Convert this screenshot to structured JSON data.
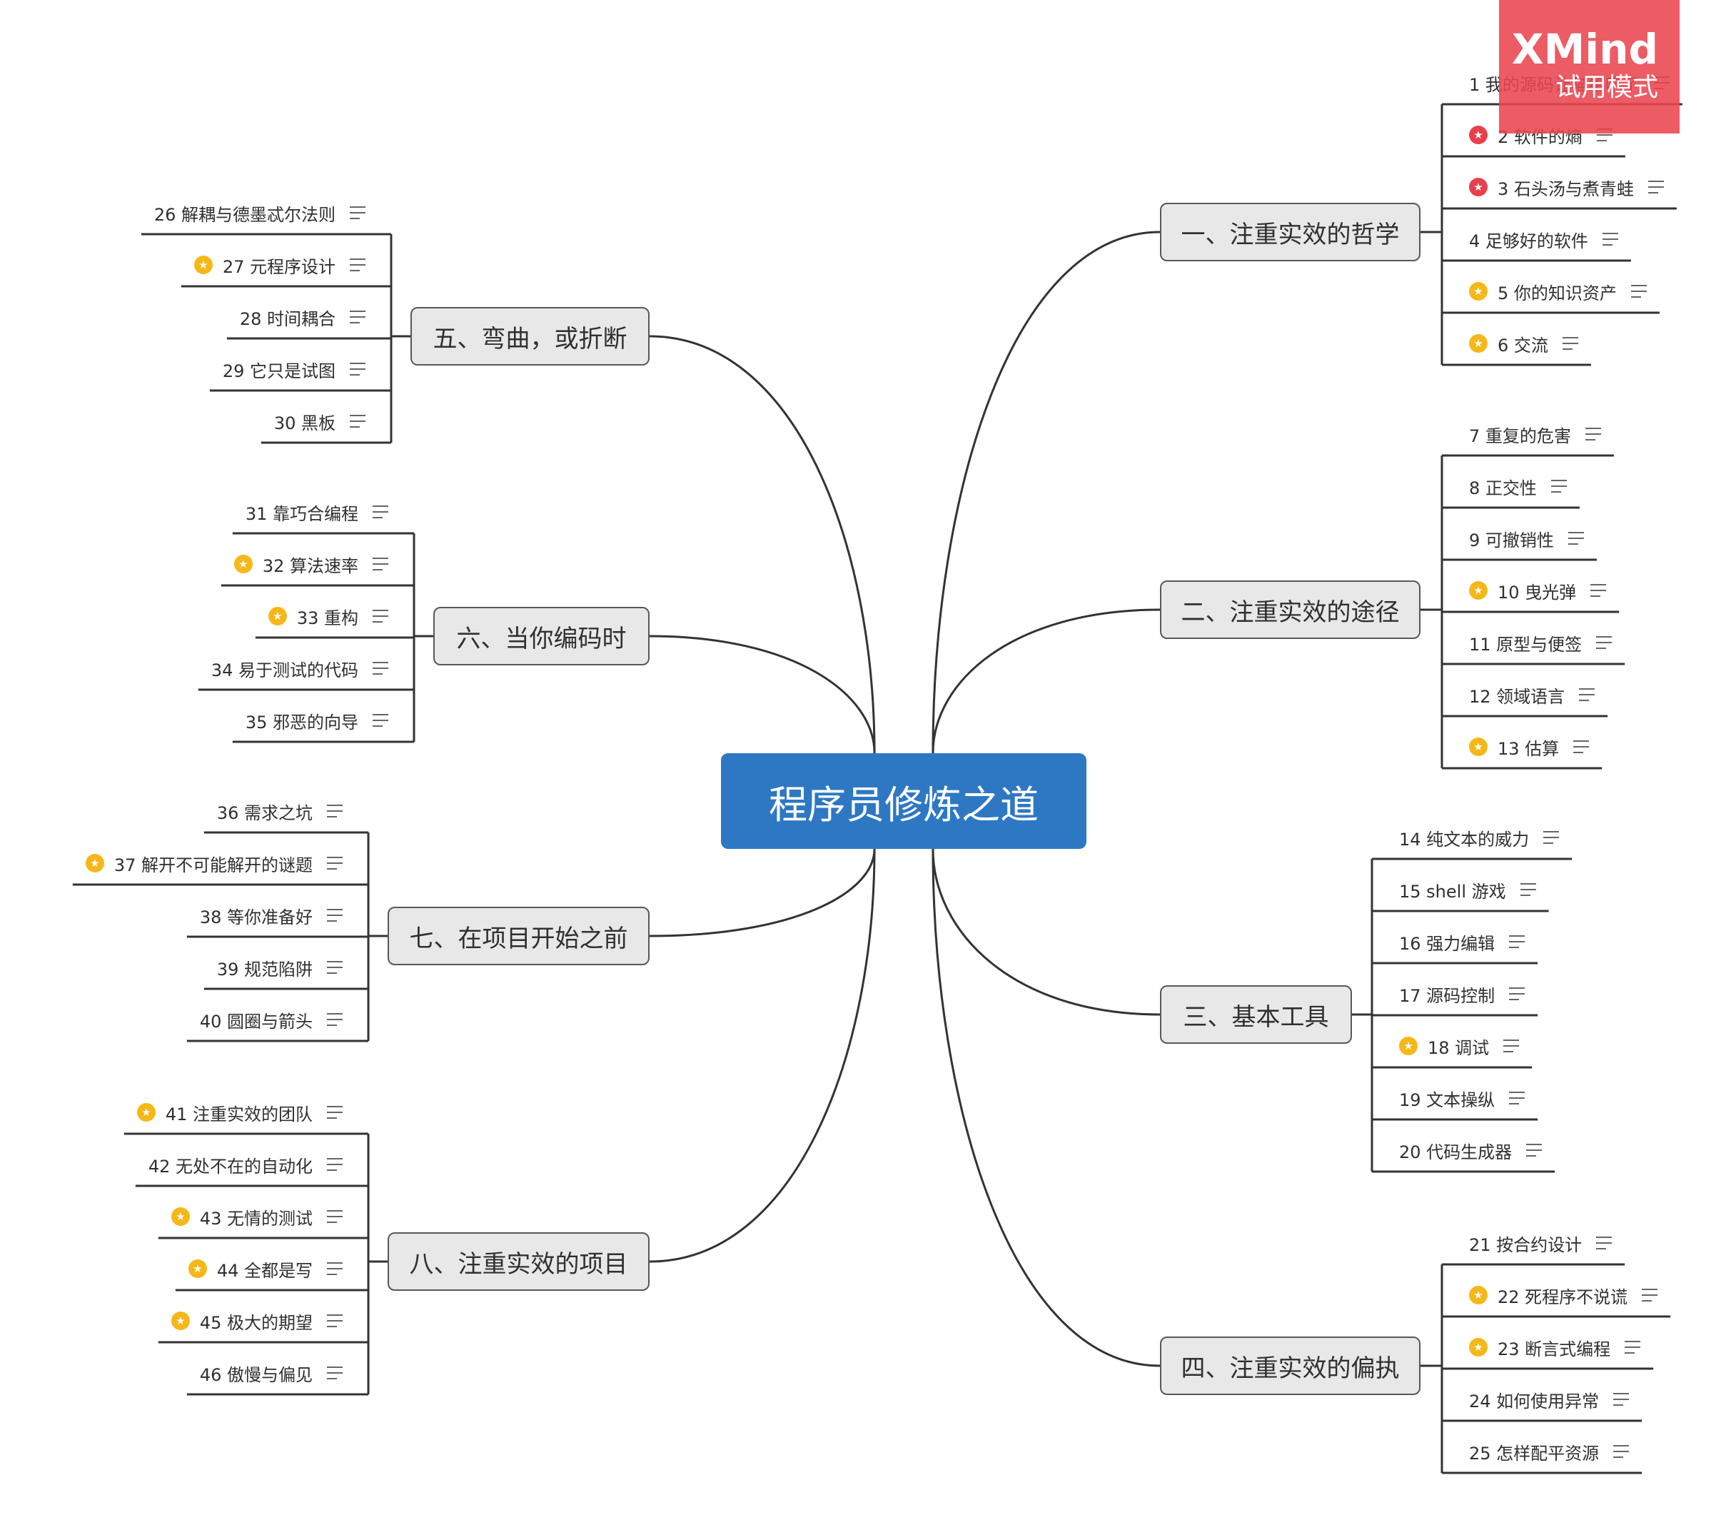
{
  "central_topic": "程序员修炼之道",
  "watermark": {
    "logo": "XMind",
    "mode": "试用模式"
  },
  "colors": {
    "central": "#2e78c3",
    "branch_fill": "#e8e8e8",
    "star_gold": "#f6b718",
    "star_red": "#e8404b",
    "watermark": "#ea4450"
  },
  "icons": {
    "star": "star-marker-icon",
    "note": "note-icon"
  },
  "branches": [
    {
      "id": "b1",
      "label": "一、注重实效的哲学",
      "side": "right",
      "items": [
        {
          "label": "1 我的源码让猫给吃了",
          "star": null
        },
        {
          "label": "2 软件的熵",
          "star": "red"
        },
        {
          "label": "3 石头汤与煮青蛙",
          "star": "red"
        },
        {
          "label": "4 足够好的软件",
          "star": null
        },
        {
          "label": "5 你的知识资产",
          "star": "gold"
        },
        {
          "label": "6 交流",
          "star": "gold"
        }
      ]
    },
    {
      "id": "b2",
      "label": "二、注重实效的途径",
      "side": "right",
      "items": [
        {
          "label": "7 重复的危害",
          "star": null
        },
        {
          "label": "8 正交性",
          "star": null
        },
        {
          "label": "9 可撤销性",
          "star": null
        },
        {
          "label": "10 曳光弹",
          "star": "gold"
        },
        {
          "label": "11 原型与便签",
          "star": null
        },
        {
          "label": "12 领域语言",
          "star": null
        },
        {
          "label": "13 估算",
          "star": "gold"
        }
      ]
    },
    {
      "id": "b3",
      "label": "三、基本工具",
      "side": "right",
      "items": [
        {
          "label": "14 纯文本的威力",
          "star": null
        },
        {
          "label": "15 shell 游戏",
          "star": null
        },
        {
          "label": "16 强力编辑",
          "star": null
        },
        {
          "label": "17 源码控制",
          "star": null
        },
        {
          "label": "18 调试",
          "star": "gold"
        },
        {
          "label": "19 文本操纵",
          "star": null
        },
        {
          "label": "20 代码生成器",
          "star": null
        }
      ]
    },
    {
      "id": "b4",
      "label": "四、注重实效的偏执",
      "side": "right",
      "items": [
        {
          "label": "21 按合约设计",
          "star": null
        },
        {
          "label": "22 死程序不说谎",
          "star": "gold"
        },
        {
          "label": "23 断言式编程",
          "star": "gold"
        },
        {
          "label": "24 如何使用异常",
          "star": null
        },
        {
          "label": "25 怎样配平资源",
          "star": null
        }
      ]
    },
    {
      "id": "b5",
      "label": "五、弯曲，或折断",
      "side": "left",
      "items": [
        {
          "label": "26 解耦与德墨忒尔法则",
          "star": null
        },
        {
          "label": "27 元程序设计",
          "star": "gold"
        },
        {
          "label": "28 时间耦合",
          "star": null
        },
        {
          "label": "29 它只是试图",
          "star": null
        },
        {
          "label": "30 黑板",
          "star": null
        }
      ]
    },
    {
      "id": "b6",
      "label": "六、当你编码时",
      "side": "left",
      "items": [
        {
          "label": "31 靠巧合编程",
          "star": null
        },
        {
          "label": "32 算法速率",
          "star": "gold"
        },
        {
          "label": "33 重构",
          "star": "gold"
        },
        {
          "label": "34 易于测试的代码",
          "star": null
        },
        {
          "label": "35 邪恶的向导",
          "star": null
        }
      ]
    },
    {
      "id": "b7",
      "label": "七、在项目开始之前",
      "side": "left",
      "items": [
        {
          "label": "36 需求之坑",
          "star": null
        },
        {
          "label": "37 解开不可能解开的谜题",
          "star": "gold"
        },
        {
          "label": "38 等你准备好",
          "star": null
        },
        {
          "label": "39 规范陷阱",
          "star": null
        },
        {
          "label": "40 圆圈与箭头",
          "star": null
        }
      ]
    },
    {
      "id": "b8",
      "label": "八、注重实效的项目",
      "side": "left",
      "items": [
        {
          "label": "41 注重实效的团队",
          "star": "gold"
        },
        {
          "label": "42 无处不在的自动化",
          "star": null
        },
        {
          "label": "43 无情的测试",
          "star": "gold"
        },
        {
          "label": "44 全都是写",
          "star": "gold"
        },
        {
          "label": "45 极大的期望",
          "star": "gold"
        },
        {
          "label": "46 傲慢与偏见",
          "star": null
        }
      ]
    }
  ]
}
